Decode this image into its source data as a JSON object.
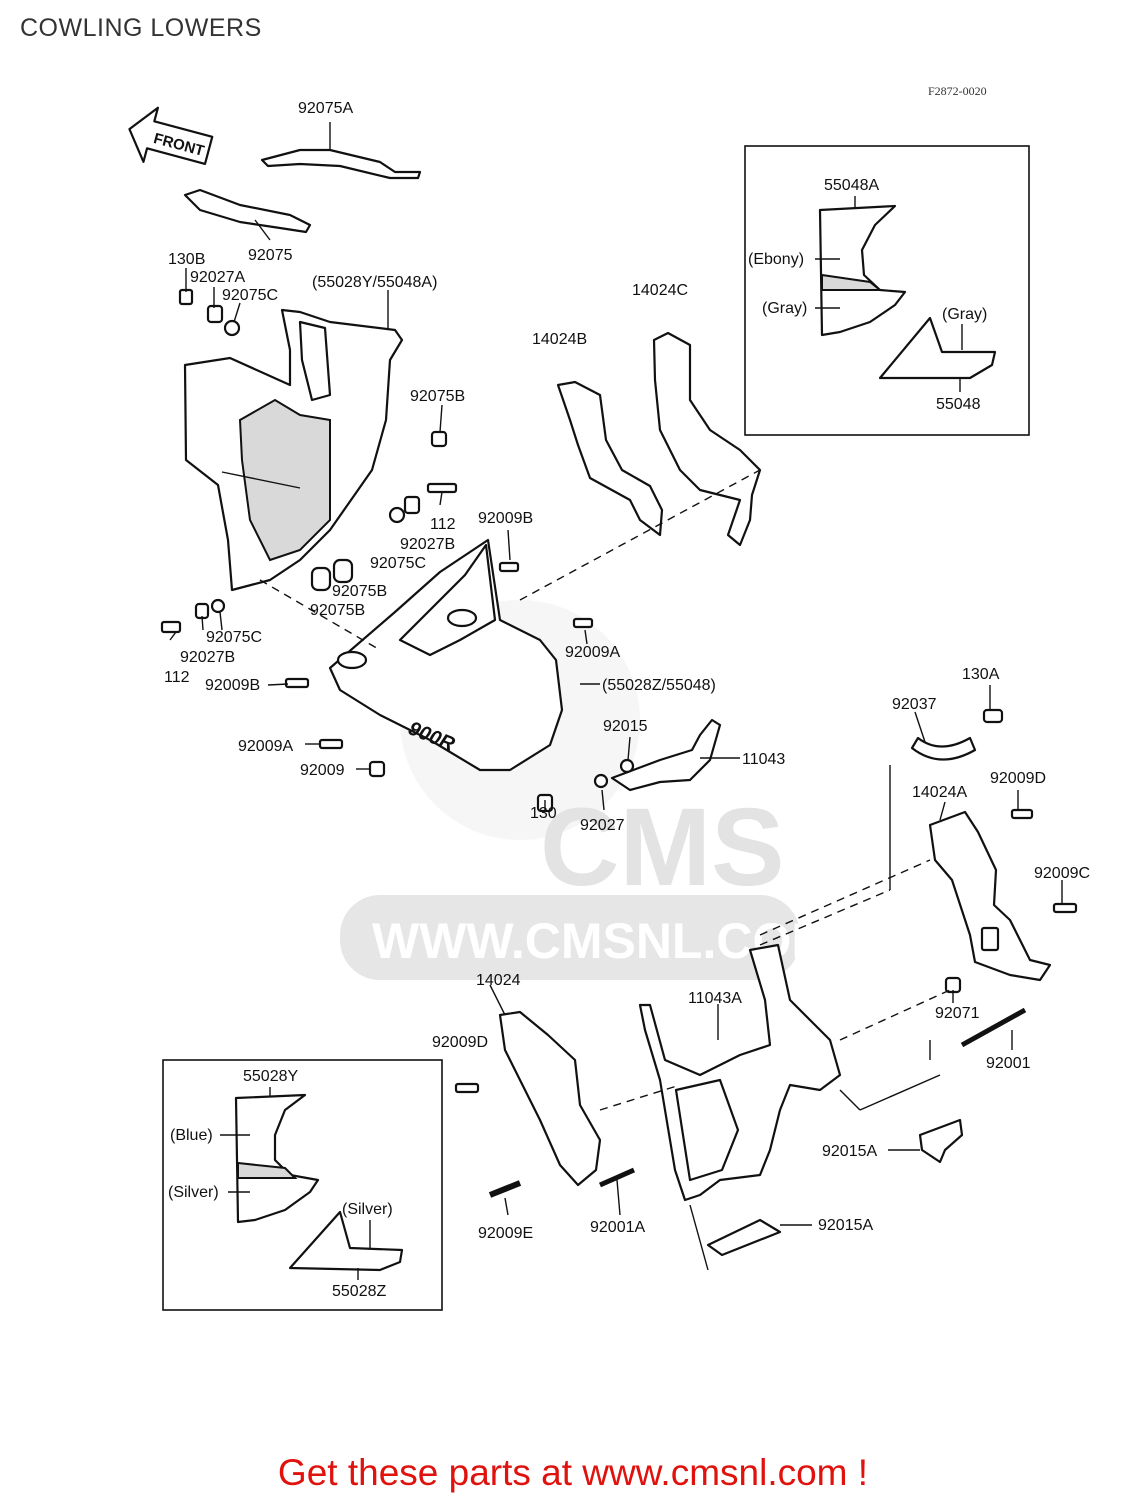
{
  "page": {
    "title": "COWLING LOWERS",
    "diagram_code": "F2872-0020",
    "footer": "Get these parts at www.cmsnl.com !",
    "watermark_main": "CMS",
    "watermark_url": "WWW.CMSNL.COM",
    "front_arrow": "FRONT",
    "decal_text": "900R"
  },
  "colors": {
    "footer": "#e0120e",
    "ink": "#111111",
    "watermark": "#e6e6e6"
  },
  "labels": {
    "p92075A": "92075A",
    "p92075": "92075",
    "p130B": "130B",
    "p92027A": "92027A",
    "p92075C_a": "92075C",
    "p55028Y_55048A": "(55028Y/55048A)",
    "p92075B_a": "92075B",
    "p112_a": "112",
    "p92027B_a": "92027B",
    "p92075C_b": "92075C",
    "p92075B_b": "92075B",
    "p92075B_c": "92075B",
    "p92075C_c": "92075C",
    "p92027B_b": "92027B",
    "p112_b": "112",
    "p92009B_a": "92009B",
    "p92009B_b": "92009B",
    "p92009A_a": "92009A",
    "p92009A_b": "92009A",
    "p92009": "92009",
    "p55028Z_55048": "(55028Z/55048)",
    "p92015": "92015",
    "p11043": "11043",
    "p130": "130",
    "p92027": "92027",
    "p14024B": "14024B",
    "p14024C": "14024C",
    "p130A": "130A",
    "p92037": "92037",
    "p92009D_a": "92009D",
    "p14024A": "14024A",
    "p92009C": "92009C",
    "p92071": "92071",
    "p92001": "92001",
    "p14024": "14024",
    "p92009D_b": "92009D",
    "p11043A": "11043A",
    "p92015A_a": "92015A",
    "p92015A_b": "92015A",
    "p92009E": "92009E",
    "p92001A": "92001A"
  },
  "inset_top": {
    "title": "55048A",
    "ebony": "(Ebony)",
    "gray_a": "(Gray)",
    "gray_b": "(Gray)",
    "bottom": "55048"
  },
  "inset_bottom": {
    "title": "55028Y",
    "blue": "(Blue)",
    "silver_a": "(Silver)",
    "silver_b": "(Silver)",
    "bottom": "55028Z"
  }
}
